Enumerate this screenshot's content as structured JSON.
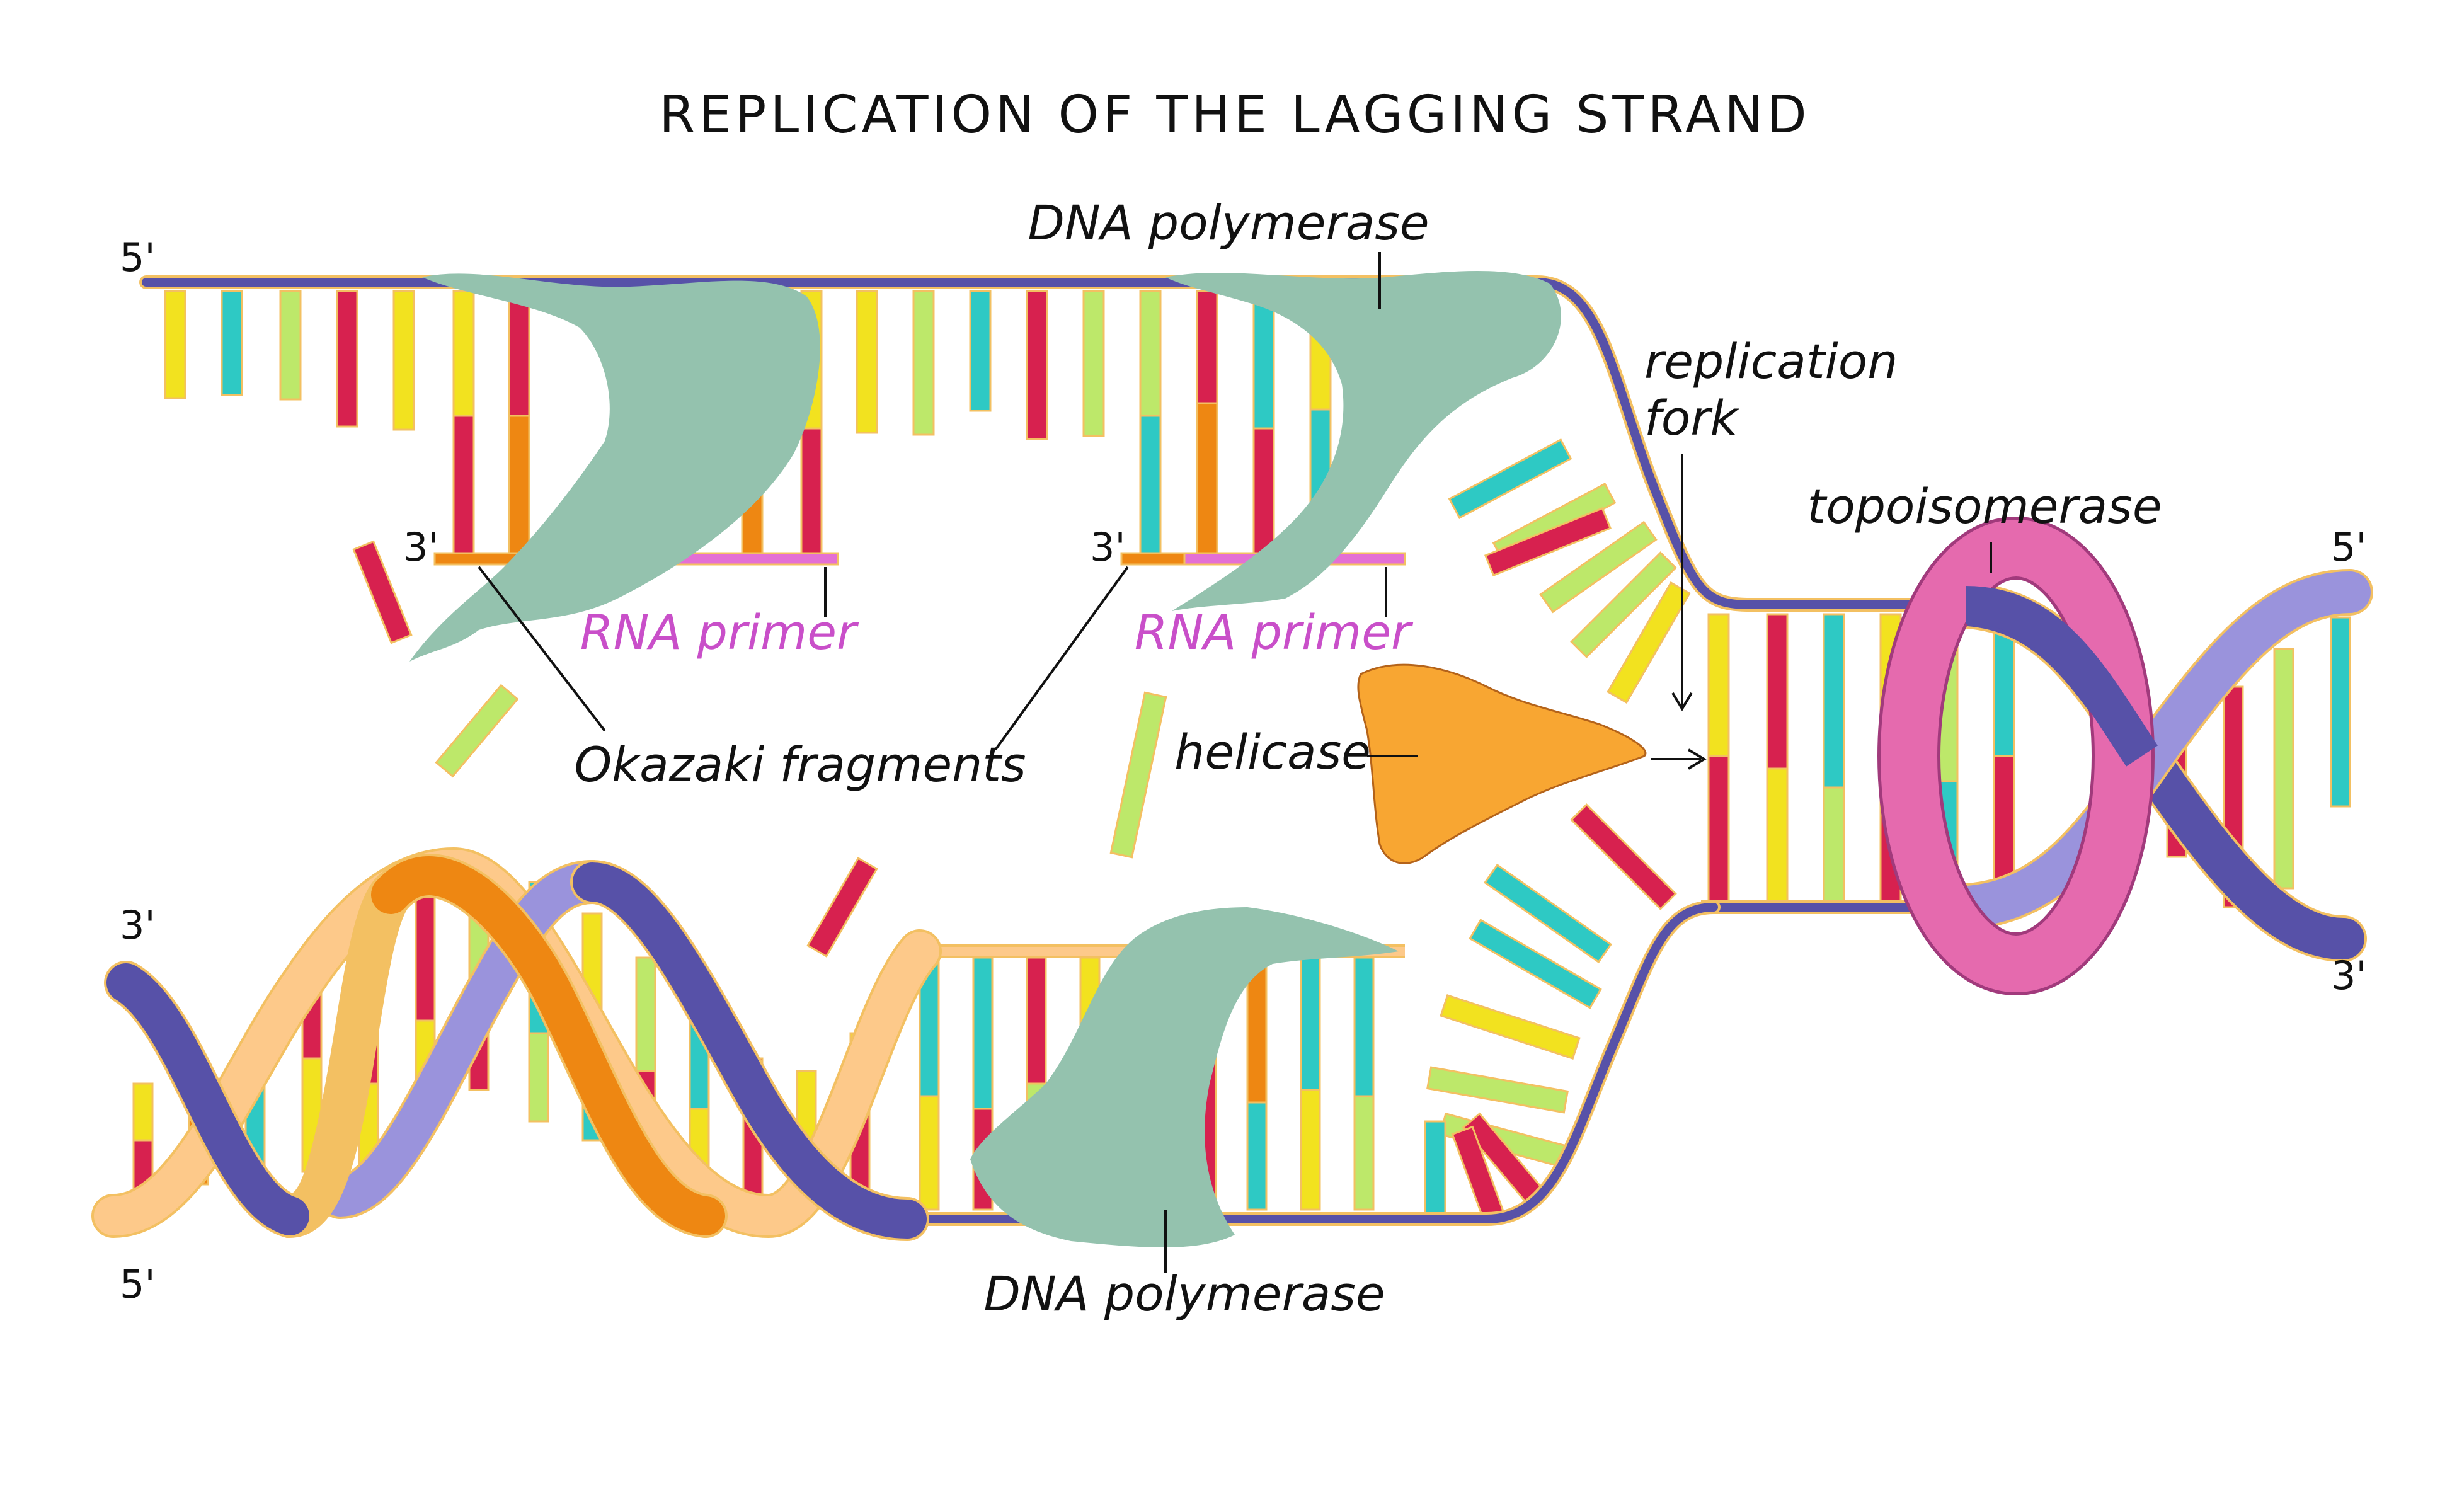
{
  "title": "REPLICATION OF THE LAGGING STRAND",
  "labels": {
    "dna_polymerase_top": "DNA polymerase",
    "dna_polymerase_bottom": "DNA polymerase",
    "replication_fork": "replication\nfork",
    "topoisomerase": "topoisomerase",
    "helicase": "helicase",
    "okazaki": "Okazaki fragments",
    "rna_primer_1": "RNA primer",
    "rna_primer_2": "RNA primer"
  },
  "strand_ends": {
    "top_left_5": "5'",
    "primer1_3": "3'",
    "primer2_3": "3'",
    "bottom_left_3": "3'",
    "bottom_left_5": "5'",
    "right_5": "5'",
    "right_3": "3'"
  },
  "colors": {
    "backbone_dark": "#5751a8",
    "backbone_light": "#9a93dc",
    "backbone_orange": "#e9820f",
    "backbone_peach": "#fdc98a",
    "outline": "#f3c062",
    "base_yellow": "#f2e21f",
    "base_teal": "#2ec9c4",
    "base_lime": "#bde86a",
    "base_crimson": "#d7214f",
    "base_orange": "#ee8712",
    "polymerase": "#94c2ae",
    "helicase": "#f8a632",
    "topoisomerase": "#e56aae",
    "primer": "#e46fd4"
  },
  "icons": [
    "dna-polymerase-icon",
    "helicase-icon",
    "topoisomerase-icon"
  ]
}
